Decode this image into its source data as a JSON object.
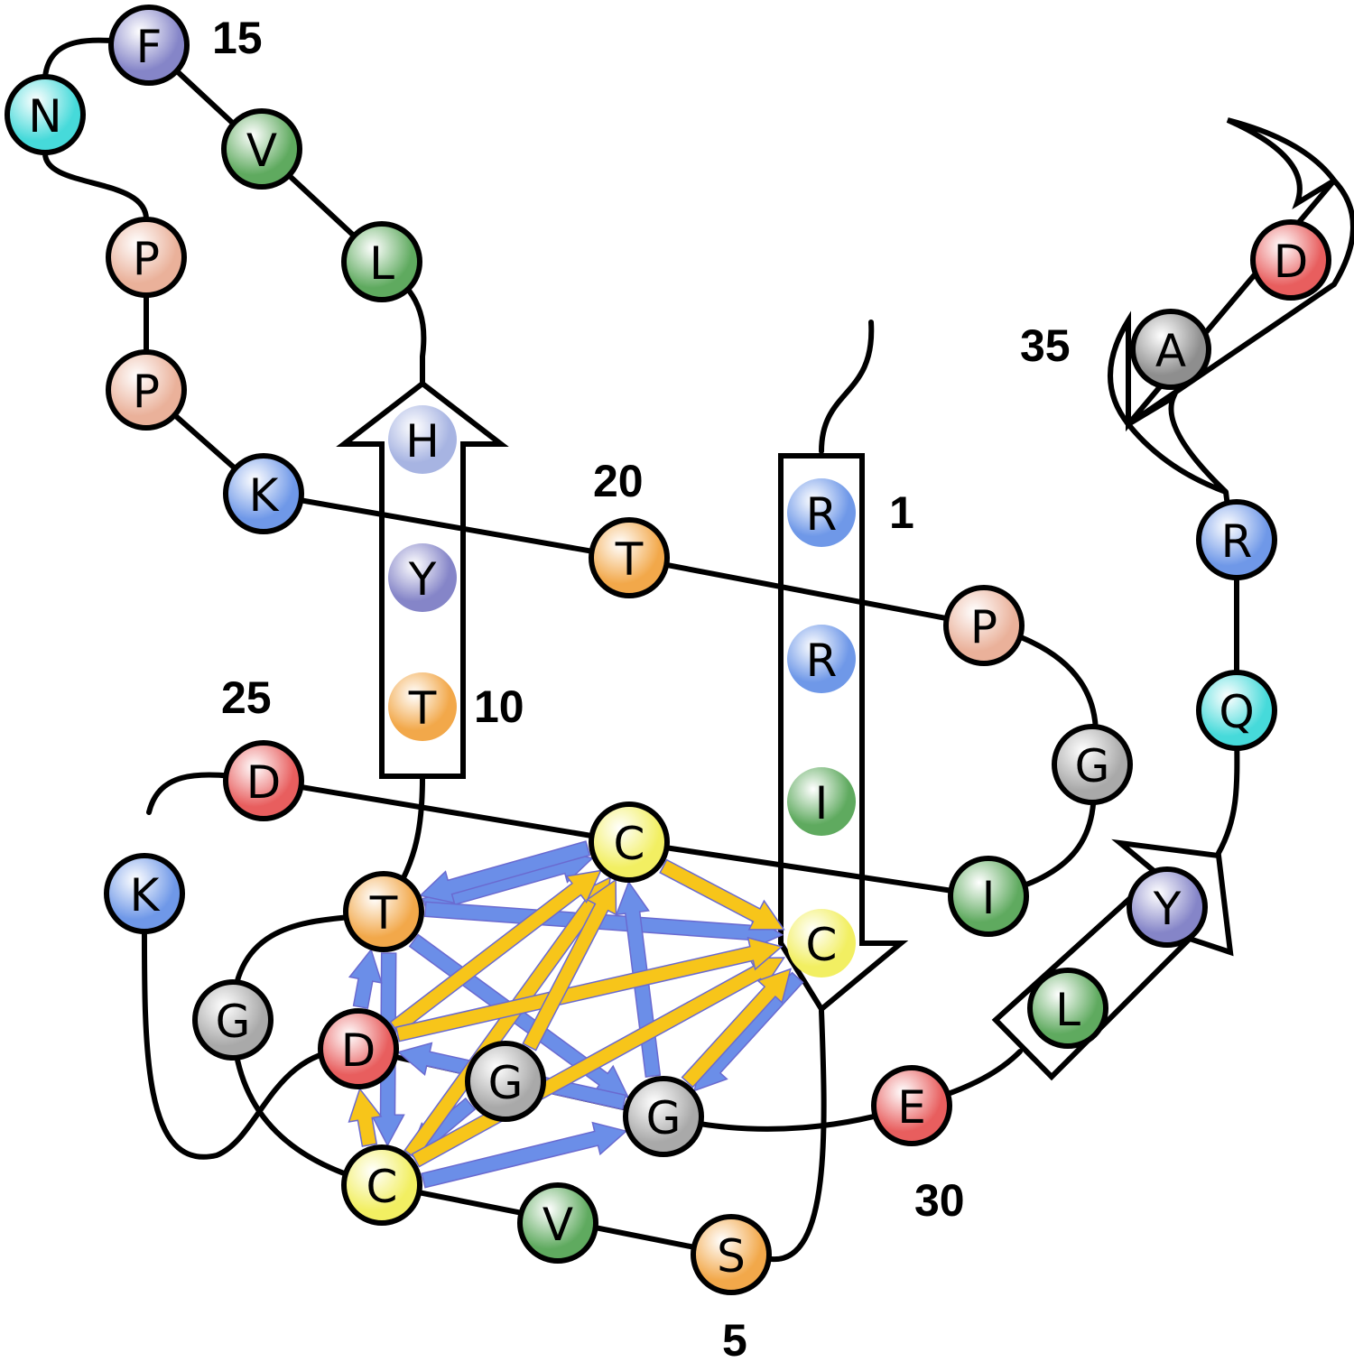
{
  "colors": {
    "R": "#6f98e8",
    "K": "#6f98e8",
    "I": "#5faa5f",
    "V": "#5faa5f",
    "L": "#5faa5f",
    "C": "#f2ef62",
    "S": "#f2a84a",
    "T": "#f2a84a",
    "Y": "#8585c8",
    "H": "#a7b4e2",
    "F": "#8585c8",
    "N": "#46dada",
    "Q": "#46dada",
    "P": "#eab19a",
    "D": "#e85e5e",
    "E": "#e85e5e",
    "G": "#a9a9a9",
    "A": "#8e8e8e",
    "contact_blue": "#6b8ee8",
    "contact_gold": "#f7c51a",
    "contact_outline": "#6a6ad0"
  },
  "residues": [
    {
      "n": 1,
      "aa": "R"
    },
    {
      "n": 2,
      "aa": "R"
    },
    {
      "n": 3,
      "aa": "I"
    },
    {
      "n": 4,
      "aa": "C"
    },
    {
      "n": 5,
      "aa": "S"
    },
    {
      "n": 6,
      "aa": "V"
    },
    {
      "n": 7,
      "aa": "C"
    },
    {
      "n": 8,
      "aa": "G"
    },
    {
      "n": 9,
      "aa": "T"
    },
    {
      "n": 10,
      "aa": "T"
    },
    {
      "n": 11,
      "aa": "Y"
    },
    {
      "n": 12,
      "aa": "H"
    },
    {
      "n": 13,
      "aa": "L"
    },
    {
      "n": 14,
      "aa": "V"
    },
    {
      "n": 15,
      "aa": "F"
    },
    {
      "n": 16,
      "aa": "N"
    },
    {
      "n": 17,
      "aa": "P"
    },
    {
      "n": 18,
      "aa": "P"
    },
    {
      "n": 19,
      "aa": "K"
    },
    {
      "n": 20,
      "aa": "T"
    },
    {
      "n": 21,
      "aa": "P"
    },
    {
      "n": 22,
      "aa": "G"
    },
    {
      "n": 23,
      "aa": "I"
    },
    {
      "n": 24,
      "aa": "C"
    },
    {
      "n": 25,
      "aa": "D"
    },
    {
      "n": 26,
      "aa": "K"
    },
    {
      "n": 27,
      "aa": "D"
    },
    {
      "n": 28,
      "aa": "G"
    },
    {
      "n": 29,
      "aa": "G"
    },
    {
      "n": 30,
      "aa": "E"
    },
    {
      "n": 31,
      "aa": "L"
    },
    {
      "n": 32,
      "aa": "Y"
    },
    {
      "n": 33,
      "aa": "Q"
    },
    {
      "n": 34,
      "aa": "R"
    },
    {
      "n": 35,
      "aa": "A"
    },
    {
      "n": 36,
      "aa": "D"
    }
  ],
  "number_labels": [
    "1",
    "5",
    "10",
    "15",
    "20",
    "25",
    "30",
    "35"
  ],
  "secondary_structure": [
    {
      "type": "strand",
      "from": 1,
      "to": 4
    },
    {
      "type": "strand",
      "from": 10,
      "to": 12
    },
    {
      "type": "strand",
      "from": 31,
      "to": 32
    },
    {
      "type": "helix",
      "from": 35,
      "to": 36
    }
  ],
  "contacts": [
    {
      "from": 7,
      "to": 24,
      "kind": "gold"
    },
    {
      "from": 7,
      "to": 4,
      "kind": "gold"
    },
    {
      "from": 27,
      "to": 24,
      "kind": "gold"
    },
    {
      "from": 27,
      "to": 4,
      "kind": "gold"
    },
    {
      "from": 28,
      "to": 24,
      "kind": "gold"
    },
    {
      "from": 29,
      "to": 4,
      "kind": "gold"
    },
    {
      "from": 24,
      "to": 4,
      "kind": "gold"
    },
    {
      "from": 7,
      "to": 27,
      "kind": "gold"
    },
    {
      "from": 9,
      "to": 24,
      "kind": "blue"
    },
    {
      "from": 9,
      "to": 4,
      "kind": "blue"
    },
    {
      "from": 9,
      "to": 29,
      "kind": "blue"
    },
    {
      "from": 9,
      "to": 7,
      "kind": "blue"
    },
    {
      "from": 7,
      "to": 29,
      "kind": "blue"
    },
    {
      "from": 29,
      "to": 24,
      "kind": "blue"
    },
    {
      "from": 29,
      "to": 27,
      "kind": "blue"
    },
    {
      "from": 27,
      "to": 9,
      "kind": "blue"
    },
    {
      "from": 28,
      "to": 7,
      "kind": "blue"
    },
    {
      "from": 4,
      "to": 29,
      "kind": "blue"
    },
    {
      "from": 24,
      "to": 9,
      "kind": "blue"
    }
  ]
}
